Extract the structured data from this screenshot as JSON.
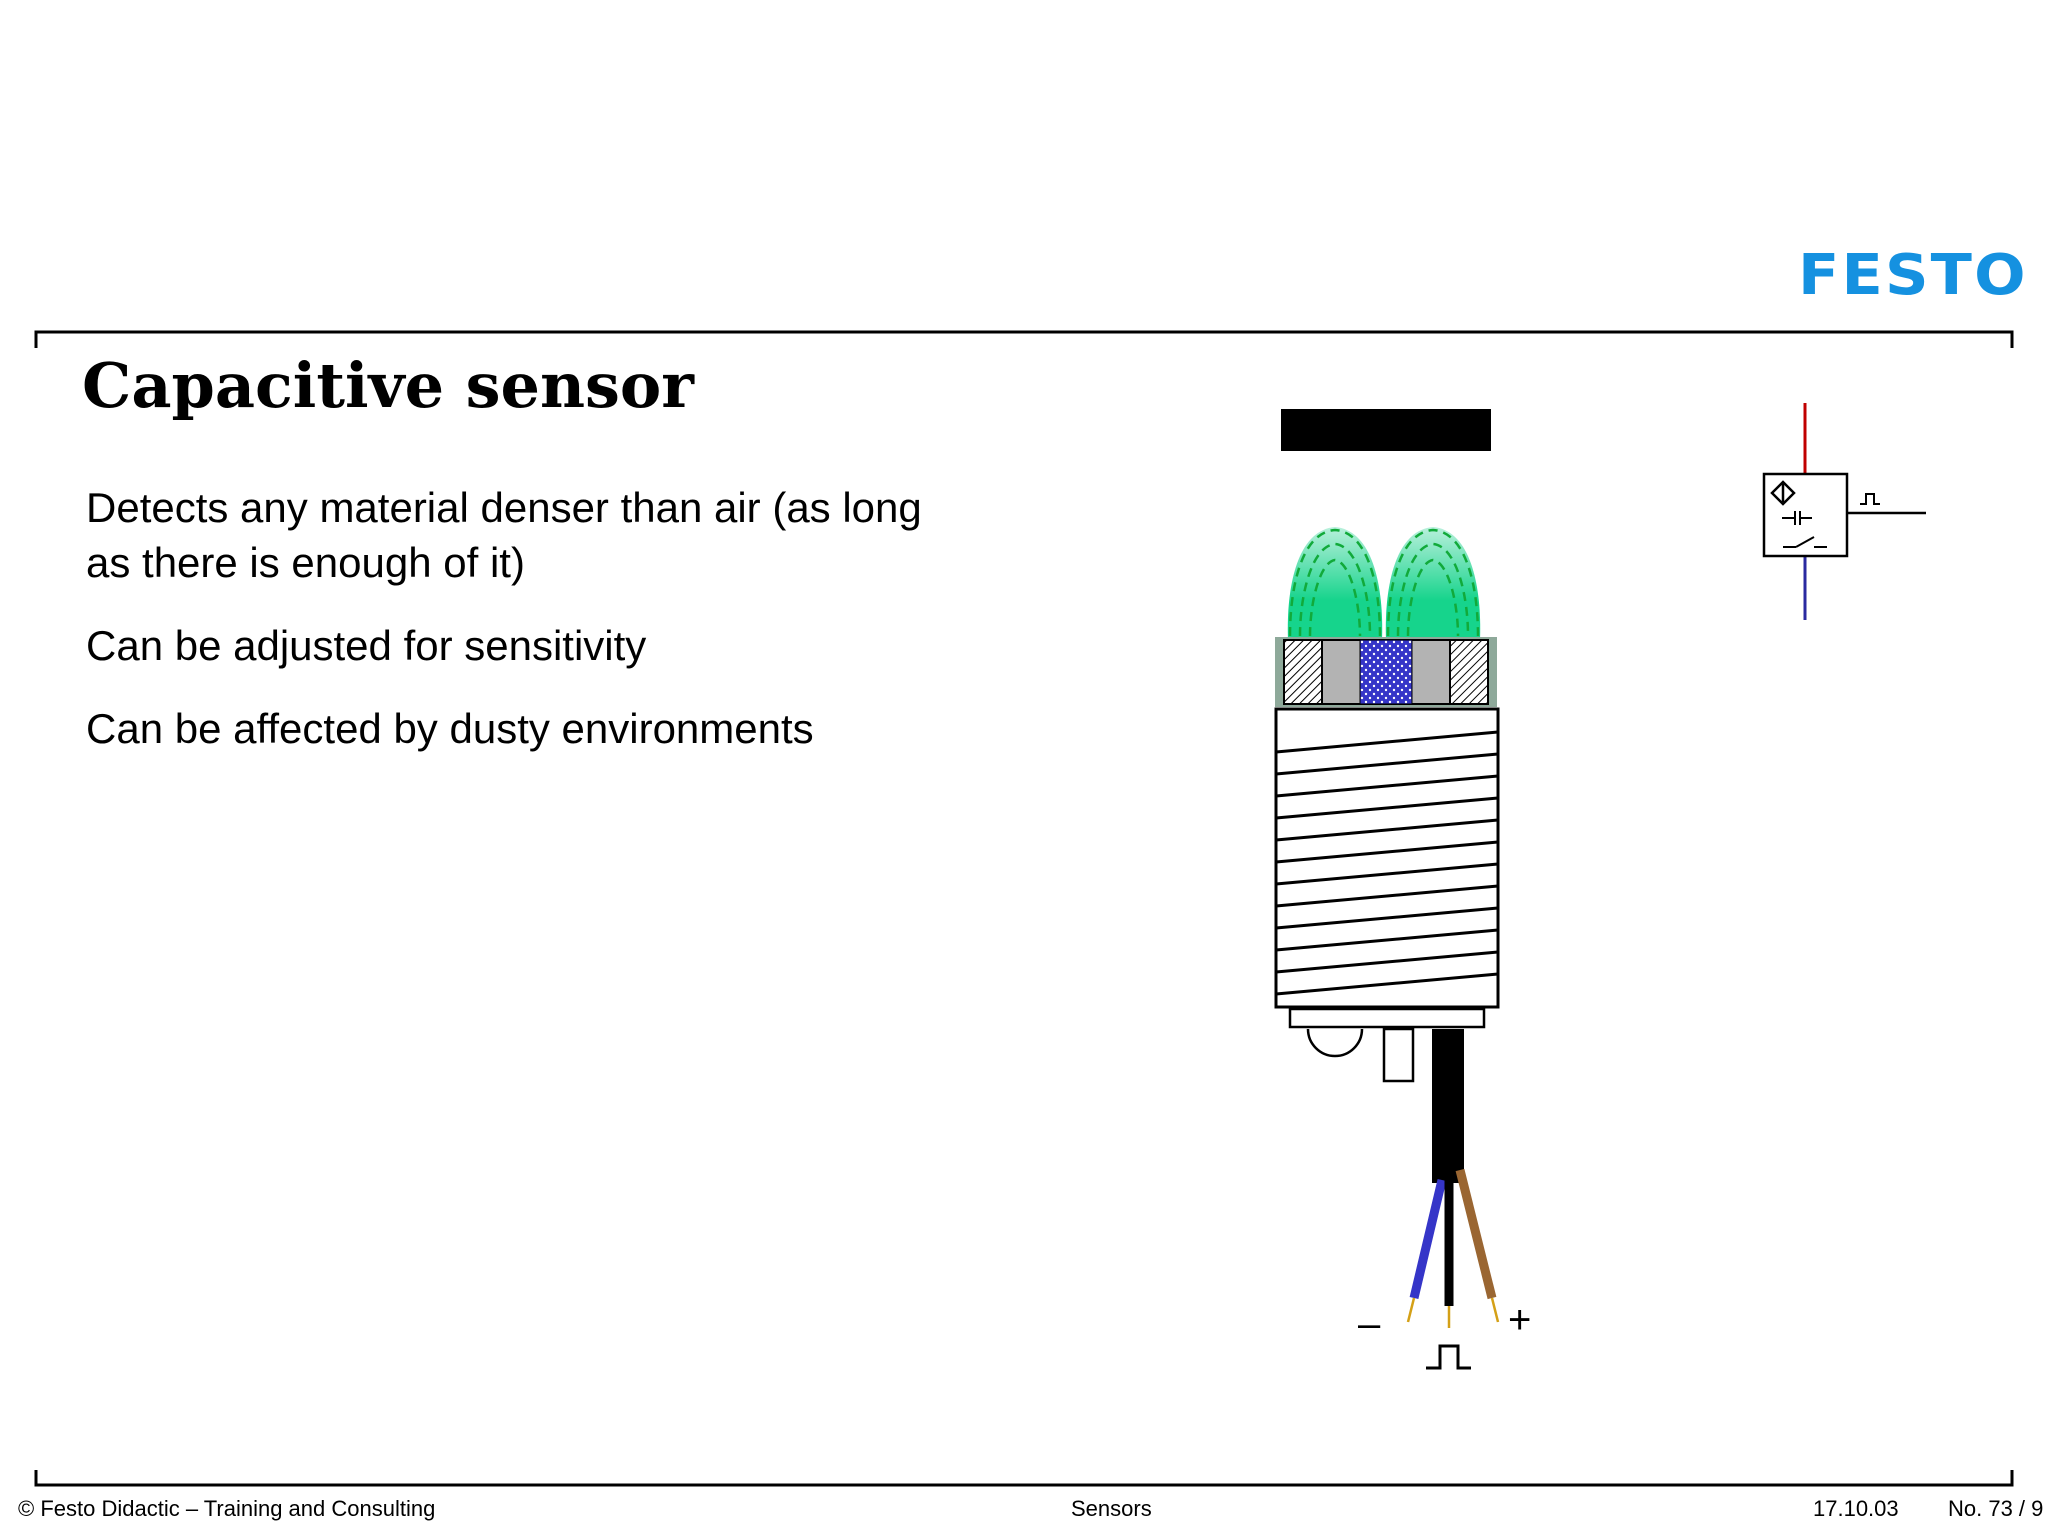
{
  "brand": {
    "logo_text": "FESTO",
    "logo_color": "#1591e0"
  },
  "slide": {
    "title": "Capacitive sensor",
    "bullets": [
      "Detects any material denser than air (as long as there is enough of it)",
      "Can be adjusted for sensitivity",
      "Can be affected by dusty environments"
    ]
  },
  "diagram": {
    "minus_label": "–",
    "plus_label": "+",
    "wire_colors": {
      "negative": "#3535c8",
      "signal": "#000000",
      "positive": "#9a6632"
    },
    "field_color": "#16d48c",
    "symbol_wire_top_color": "#c00000",
    "symbol_wire_bottom_color": "#2a2aa0"
  },
  "footer": {
    "copyright": "© Festo Didactic – Training and Consulting",
    "topic": "Sensors",
    "date": "17.10.03",
    "page": "No. 73 / 9"
  }
}
